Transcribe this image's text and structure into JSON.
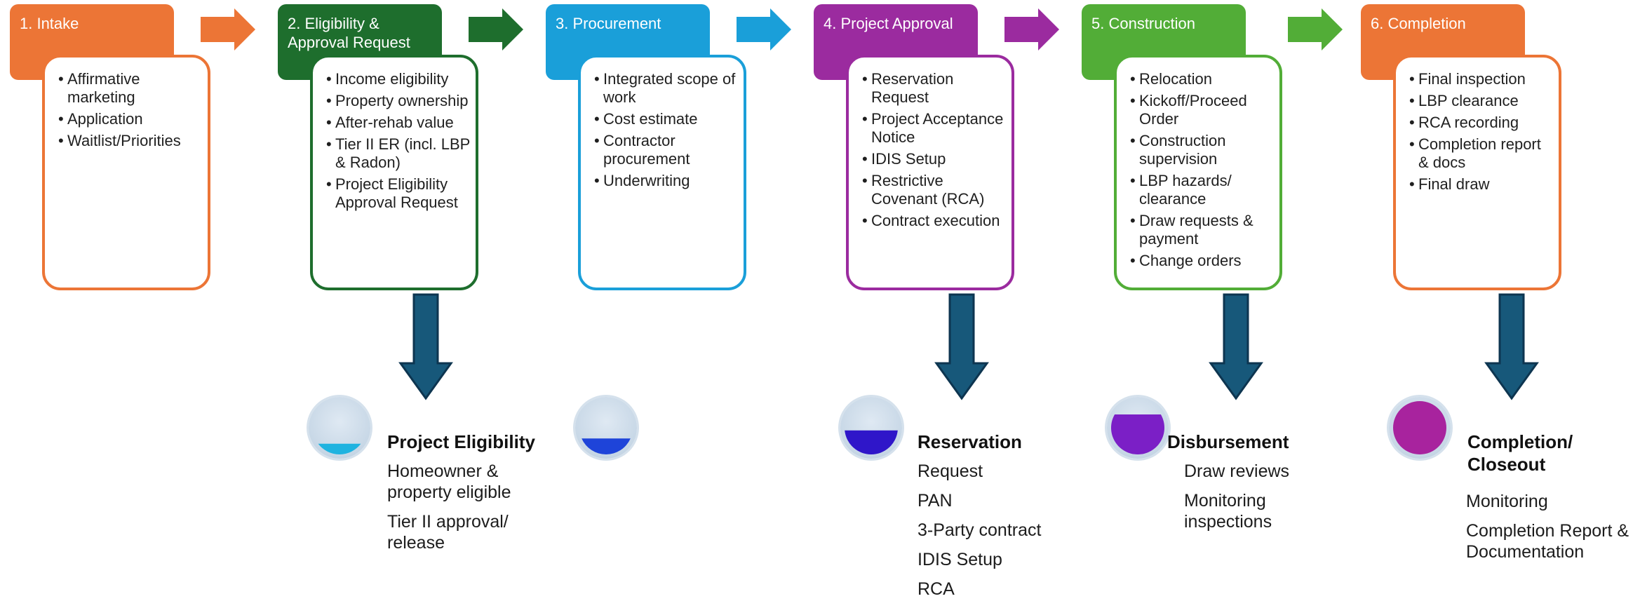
{
  "phases": [
    {
      "title": "1. Intake",
      "color": "#ec7536",
      "items": [
        "Affirmative marketing",
        "Application",
        "Waitlist/Priorities"
      ]
    },
    {
      "title": "2. Eligibility & Approval Request",
      "color": "#1e6e2d",
      "items": [
        "Income eligibility",
        "Property ownership",
        "After-rehab value",
        "Tier II ER (incl. LBP & Radon)",
        "Project Eligibility Approval Request"
      ]
    },
    {
      "title": "3. Procurement",
      "color": "#1a9fd9",
      "items": [
        "Integrated scope of work",
        "Cost estimate",
        "Contractor procurement",
        "Underwriting"
      ]
    },
    {
      "title": "4. Project Approval",
      "color": "#9b2b9f",
      "items": [
        "Reservation Request",
        "Project Acceptance Notice",
        "IDIS Setup",
        "Restrictive Covenant (RCA)",
        "Contract execution"
      ]
    },
    {
      "title": "5. Construction",
      "color": "#52ad37",
      "items": [
        "Relocation",
        "Kickoff/Proceed Order",
        "Construction supervision",
        "LBP hazards/ clearance",
        "Draw requests & payment",
        "Change orders"
      ]
    },
    {
      "title": "6. Completion",
      "color": "#ec7536",
      "items": [
        "Final inspection",
        "LBP clearance",
        "RCA recording",
        "Completion report & docs",
        "Final draw"
      ]
    }
  ],
  "milestones": {
    "eligibility": {
      "title": "Project Eligibility",
      "items": [
        "Homeowner & property eligible",
        "Tier II approval/ release"
      ],
      "fill_level": 0.2,
      "color": "#1fb3e0"
    },
    "procurement": {
      "fill_level": 0.3,
      "color": "#1e44d9"
    },
    "reservation": {
      "title": "Reservation",
      "items": [
        "Request",
        "PAN",
        "3-Party contract",
        "IDIS Setup",
        "RCA"
      ],
      "fill_level": 0.45,
      "color": "#2f16c9"
    },
    "disbursement": {
      "title": "Disbursement",
      "items": [
        "Draw reviews",
        "Monitoring inspections"
      ],
      "fill_level": 0.75,
      "color": "#7b1fc6"
    },
    "closeout": {
      "title": "Completion/ Closeout",
      "items": [
        "Monitoring",
        "Completion Report & Documentation"
      ],
      "fill_level": 1.0,
      "color": "#a8239e"
    }
  },
  "colors": {
    "down_arrow": "#17587a",
    "down_arrow_outline": "#0d3550"
  }
}
